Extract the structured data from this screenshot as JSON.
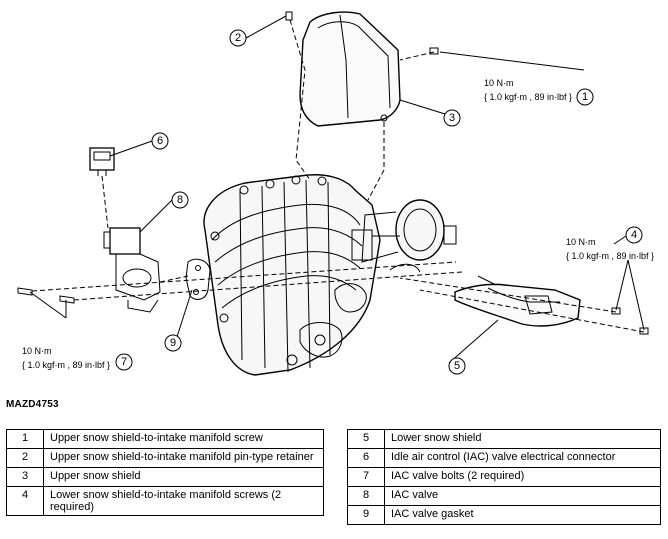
{
  "callouts": [
    {
      "num": "1",
      "torque": "10 N·m",
      "spec": "{ 1.0 kgf·m , 89 in·lbf }"
    },
    {
      "num": "2"
    },
    {
      "num": "3"
    },
    {
      "num": "4",
      "torque": "10 N·m",
      "spec": "{ 1.0 kgf·m , 89 in·lbf }"
    },
    {
      "num": "5"
    },
    {
      "num": "6"
    },
    {
      "num": "7",
      "torque": "10 N·m",
      "spec": "{ 1.0 kgf·m , 89 in·lbf }"
    },
    {
      "num": "8"
    },
    {
      "num": "9"
    }
  ],
  "figure_id": "MAZD4753",
  "legend_left": [
    {
      "num": "1",
      "text": "Upper snow shield-to-intake manifold screw"
    },
    {
      "num": "2",
      "text": "Upper snow shield-to-intake manifold pin-type retainer"
    },
    {
      "num": "3",
      "text": "Upper snow shield"
    },
    {
      "num": "4",
      "text": "Lower snow shield-to-intake manifold screws (2 required)"
    }
  ],
  "legend_right": [
    {
      "num": "5",
      "text": "Lower snow shield"
    },
    {
      "num": "6",
      "text": "Idle air control (IAC) valve electrical connector"
    },
    {
      "num": "7",
      "text": "IAC valve bolts (2 required)"
    },
    {
      "num": "8",
      "text": "IAC valve"
    },
    {
      "num": "9",
      "text": "IAC valve gasket"
    }
  ]
}
